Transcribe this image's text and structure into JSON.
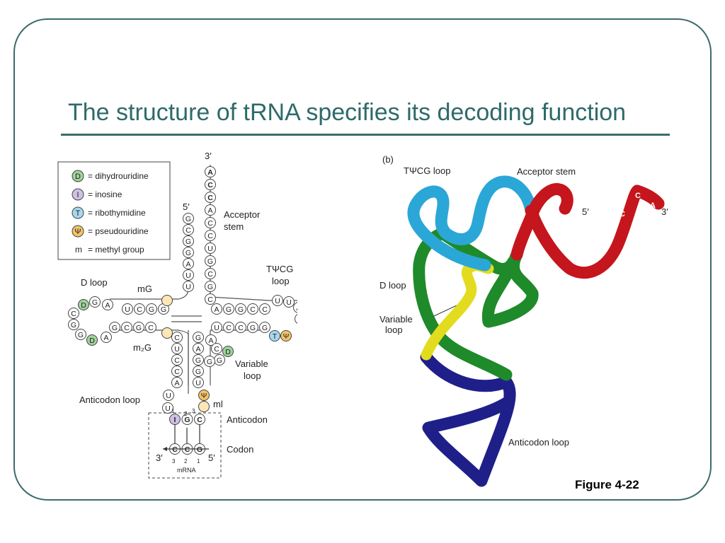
{
  "slide": {
    "title": "The structure of tRNA specifies its decoding function",
    "figure_label": "Figure 4-22"
  },
  "legend": [
    {
      "symbol": "D",
      "text": "= dihydrouridine",
      "color": "#9fd49a"
    },
    {
      "symbol": "I",
      "text": "= inosine",
      "color": "#cfc0e6"
    },
    {
      "symbol": "T",
      "text": "= ribothymidine",
      "color": "#a8d8f0"
    },
    {
      "symbol": "Ψ",
      "text": "= pseudouridine",
      "color": "#f4c36a"
    },
    {
      "symbol": "m",
      "text": "= methyl group",
      "color": "none"
    }
  ],
  "panel_a": {
    "three_prime": "3′",
    "five_prime": "5′",
    "acceptor_stem": [
      "Acceptor",
      "stem"
    ],
    "tpsicg_loop": [
      "TΨCG",
      "loop"
    ],
    "d_loop": "D loop",
    "mG": "mG",
    "m2G": "m₂G",
    "variable_loop": [
      "Variable",
      "loop"
    ],
    "anticodon_loop": "Anticodon loop",
    "ml": "ml",
    "anticodon": "Anticodon",
    "codon": "Codon",
    "mrna": "mRNA",
    "mrna_3": "3′",
    "mrna_5": "5′",
    "anticodon_nums": [
      "1",
      "2",
      "3"
    ],
    "codon_nums": [
      "3",
      "2",
      "1"
    ],
    "acceptor_3prime_seq": [
      "A",
      "C",
      "C",
      "A",
      "C",
      "C",
      "U",
      "G",
      "C",
      "G",
      "C"
    ],
    "acceptor_5prime_seq": [
      "G",
      "C",
      "G",
      "G",
      "A",
      "U",
      "U"
    ],
    "d_arm_top": [
      "U",
      "C",
      "G",
      "G"
    ],
    "d_arm_bottom": [
      "G",
      "C",
      "G",
      "C"
    ],
    "d_loop_nts": [
      "A",
      "G",
      "D",
      "C",
      "G",
      "G",
      "D",
      "A"
    ],
    "t_arm_top": [
      "A",
      "G",
      "G",
      "C",
      "C"
    ],
    "t_arm_bottom": [
      "U",
      "C",
      "C",
      "G",
      "G"
    ],
    "t_loop_nts": [
      "U",
      "U",
      "A",
      "C",
      "Ψ",
      "T"
    ],
    "anticodon_stem_left": [
      "C",
      "U",
      "C",
      "C",
      "A"
    ],
    "anticodon_stem_right": [
      "G",
      "A",
      "G",
      "G",
      "U"
    ],
    "variable_nts": [
      "A",
      "C",
      "D",
      "G",
      "G"
    ],
    "anticodon_loop_nts": [
      "U",
      "U",
      "Ψ"
    ],
    "anticodon_bases": [
      "I",
      "G",
      "C"
    ],
    "codon_bases": [
      "C",
      "C",
      "G"
    ]
  },
  "panel_b": {
    "panel_tag": "(b)",
    "tpsicg_loop": "TΨCG loop",
    "acceptor_stem": "Acceptor stem",
    "five_prime": "5′",
    "three_prime": "3′",
    "cca": [
      "C",
      "C",
      "A"
    ],
    "d_loop": "D loop",
    "variable_loop": [
      "Variable",
      "loop"
    ],
    "anticodon_loop": "Anticodon loop",
    "colors": {
      "acceptor": "#c4161c",
      "tpsi": "#2aa7d6",
      "d": "#1e8a2a",
      "variable": "#e3dc1e",
      "anticodon": "#1f1f8a"
    }
  }
}
